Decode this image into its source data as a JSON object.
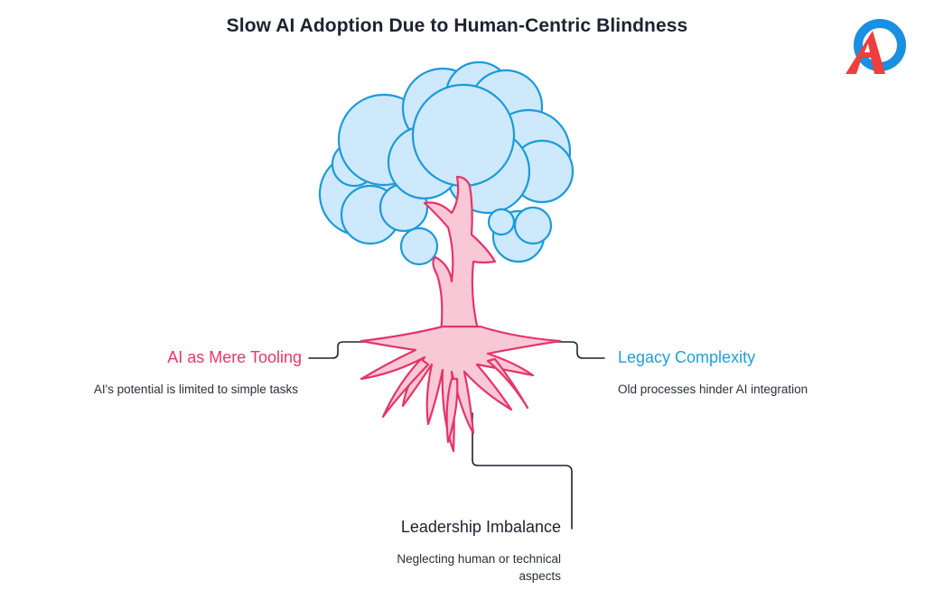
{
  "title": "Slow AI Adoption Due to Human-Centric Blindness",
  "logo": {
    "icon": "brand-logo-icon",
    "colors": [
      "#1b8fe0",
      "#ef3e3e"
    ]
  },
  "colors": {
    "foliage_fill": "#cde9fb",
    "foliage_stroke": "#1c9ad8",
    "trunk_fill": "#f9c8d6",
    "trunk_stroke": "#e5346a",
    "connector": "#1c2230",
    "tooling_accent": "#e8366b",
    "legacy_accent": "#1ea0db"
  },
  "branches": [
    {
      "key": "tooling",
      "title": "AI as Mere Tooling",
      "description": "AI's potential is limited to simple tasks"
    },
    {
      "key": "legacy",
      "title": "Legacy Complexity",
      "description": "Old processes hinder AI integration"
    },
    {
      "key": "leadership",
      "title": "Leadership Imbalance",
      "description": "Neglecting human or technical aspects"
    }
  ]
}
